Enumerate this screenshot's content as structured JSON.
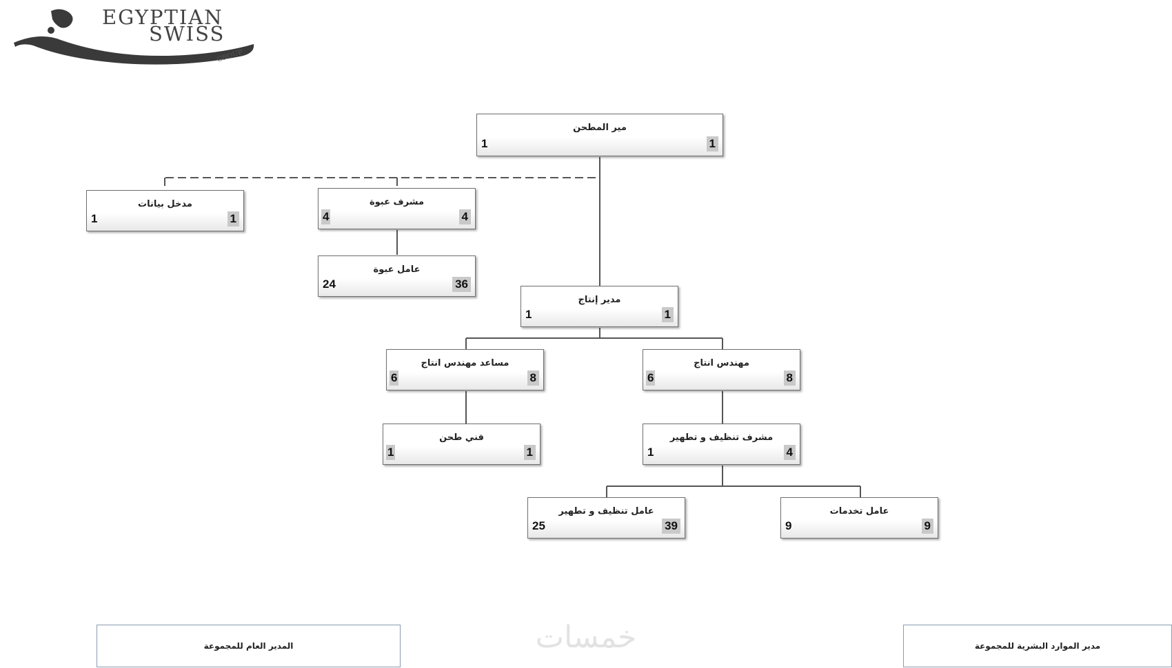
{
  "logo": {
    "line1": "EGYPTIAN",
    "line2": "SWISS",
    "group": "GROUP"
  },
  "nodes": [
    {
      "id": "mill-manager",
      "title": "مير المطحن",
      "left": "1",
      "right": "1",
      "left_boxed": false
    },
    {
      "id": "data-entry",
      "title": "مدخل بيانات",
      "left": "1",
      "right": "1",
      "left_boxed": false
    },
    {
      "id": "packing-supervisor",
      "title": "مشرف عبوة",
      "left": "4",
      "right": "4",
      "left_boxed": true
    },
    {
      "id": "packing-worker",
      "title": "عامل عبوة",
      "left": "24",
      "right": "36",
      "left_boxed": false
    },
    {
      "id": "production-manager",
      "title": "مدير إنتاج",
      "left": "1",
      "right": "1",
      "left_boxed": false
    },
    {
      "id": "asst-production-engineer",
      "title": "مساعد مهندس انتاج",
      "left": "6",
      "right": "8",
      "left_boxed": true
    },
    {
      "id": "production-engineer",
      "title": "مهندس انتاج",
      "left": "6",
      "right": "8",
      "left_boxed": true
    },
    {
      "id": "milling-technician",
      "title": "فني طحن",
      "left": "1",
      "right": "1",
      "left_boxed": true
    },
    {
      "id": "cleaning-supervisor",
      "title": "مشرف تنظيف و تطهير",
      "left": "1",
      "right": "4",
      "left_boxed": false
    },
    {
      "id": "cleaning-worker",
      "title": "عامل تنظيف و تطهير",
      "left": "25",
      "right": "39",
      "left_boxed": false
    },
    {
      "id": "services-worker",
      "title": "عامل تخدمات",
      "left": "9",
      "right": "9",
      "left_boxed": false
    }
  ],
  "signatures": {
    "general_manager": "المدير العام للمجموعة",
    "hr_manager": "مدير الموارد البشرية للمجموعة"
  },
  "watermark": "خمسات",
  "colors": {
    "node_border": "#6f6f6f",
    "count_box": "#c9c9c9",
    "signature_border": "#8a9bb0",
    "connector": "#555555"
  }
}
